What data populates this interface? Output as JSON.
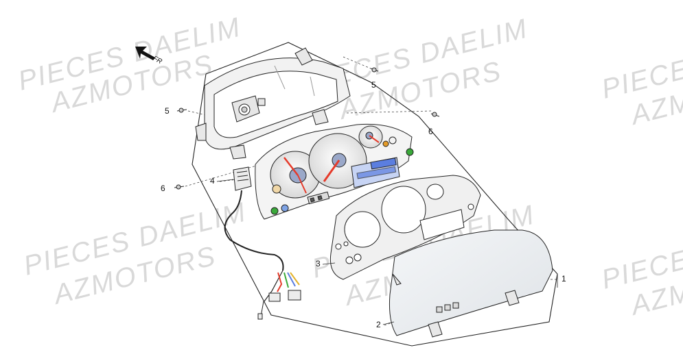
{
  "watermarks": {
    "line1": "PIECES DAELIM",
    "line2": "AZMOTORS",
    "edge1": "PIECES",
    "edge2": "AZM"
  },
  "direction_label": "FR",
  "callouts": [
    "1",
    "2",
    "3",
    "4",
    "5",
    "5",
    "6",
    "6"
  ],
  "colors": {
    "line": "#222222",
    "red_needle": "#e63a2a",
    "lcd": "#5b7ee0",
    "green_lamp": "#3aa93a",
    "amber_lamp": "#e39b2a",
    "watermark": "#d9d9d9"
  },
  "icons": [
    "front-direction-arrow-icon",
    "screw-icon"
  ]
}
